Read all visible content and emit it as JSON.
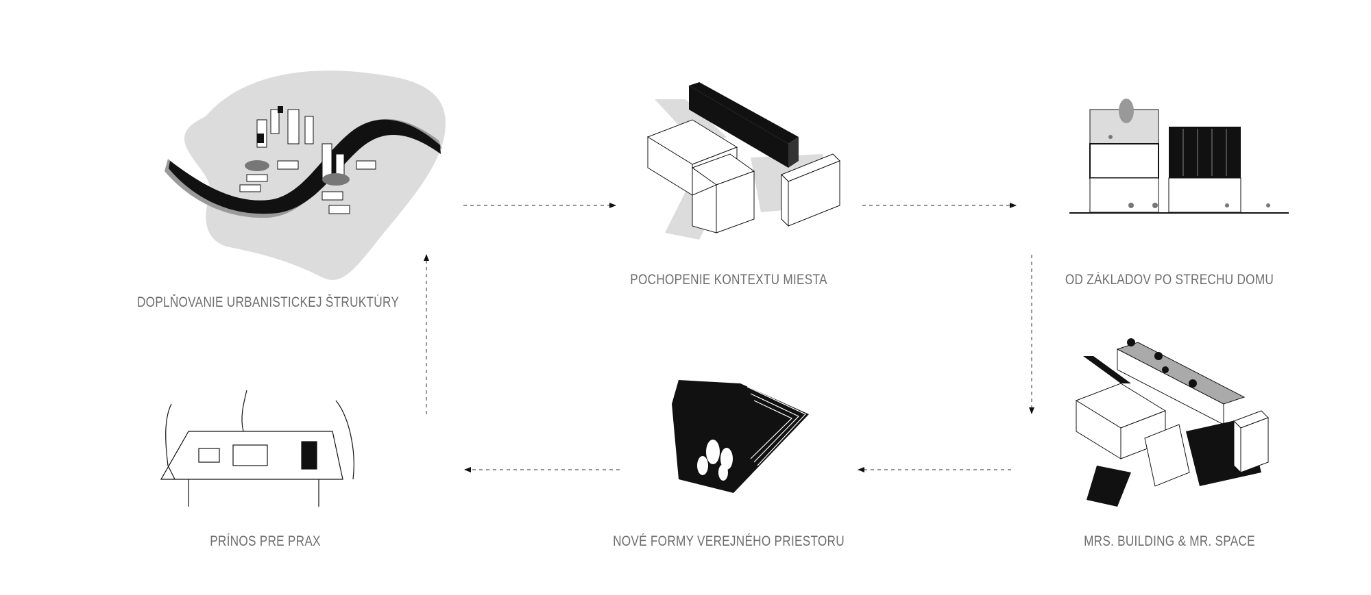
{
  "steps": [
    {
      "id": "urban",
      "label": "DOPLŇOVANIE URBANISTICKEJ ŠTRUKTÚRY"
    },
    {
      "id": "context",
      "label": "POCHOPENIE KONTEXTU MIESTA"
    },
    {
      "id": "section",
      "label": "OD ZÁKLADOV PO STRECHU DOMU"
    },
    {
      "id": "building",
      "label": "MRS. BUILDING & MR. SPACE"
    },
    {
      "id": "public",
      "label": "NOVÉ FORMY VEREJNÉHO PRIESTORU"
    },
    {
      "id": "practice",
      "label": "PRÍNOS PRE PRAX"
    }
  ],
  "colors": {
    "ink": "#111111",
    "grey": "#b8b8b8",
    "light": "#dcdcdc",
    "text": "#6e6e6e",
    "arrow": "#555555"
  }
}
